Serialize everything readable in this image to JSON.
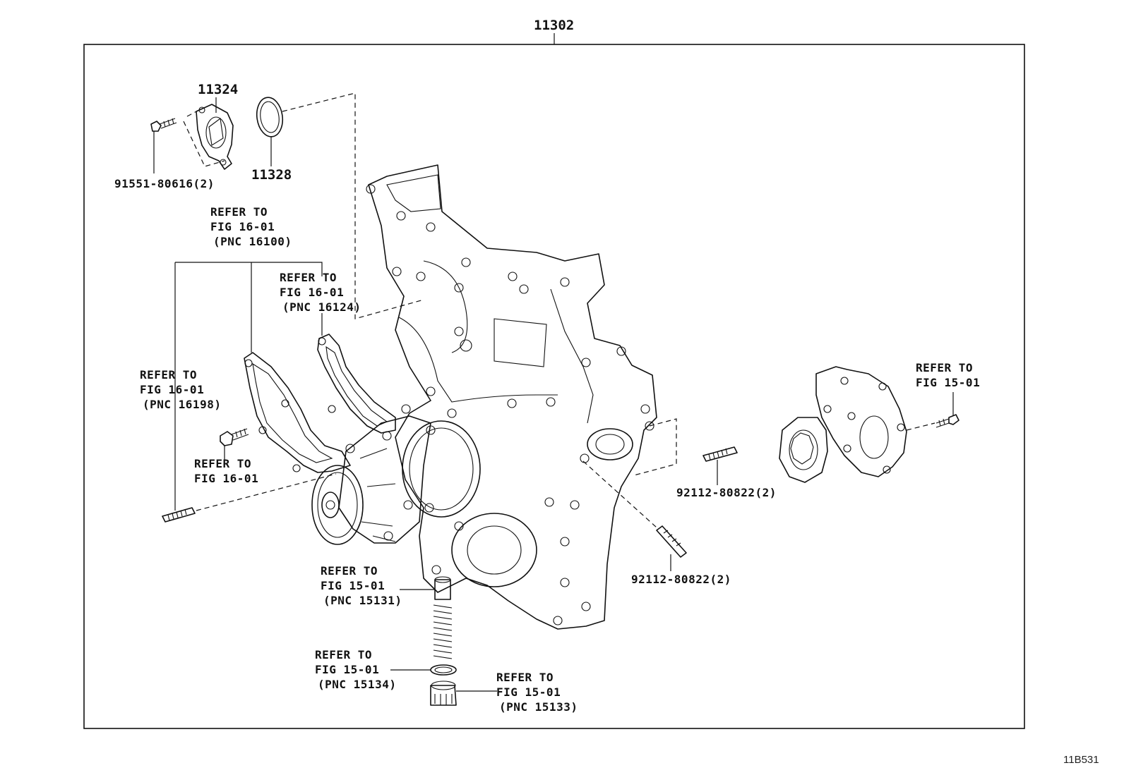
{
  "title_part": "11302",
  "diagram_id": "11B531",
  "parts": {
    "p11324": "11324",
    "p11328": "11328",
    "bolt_91551": "91551-80616(2)",
    "stud_right": "92112-80822(2)",
    "stud_lower": "92112-80822(2)"
  },
  "refs": {
    "r16100": [
      "REFER TO",
      "FIG 16-01",
      "(PNC 16100)"
    ],
    "r16124": [
      "REFER TO",
      "FIG 16-01",
      "(PNC 16124)"
    ],
    "r16198": [
      "REFER TO",
      "FIG 16-01",
      "(PNC 16198)"
    ],
    "r1601_bolt": [
      "REFER TO",
      "FIG 16-01"
    ],
    "r1501_right": [
      "REFER TO",
      "FIG 15-01"
    ],
    "r15131": [
      "REFER TO",
      "FIG 15-01",
      "(PNC 15131)"
    ],
    "r15134": [
      "REFER TO",
      "FIG 15-01",
      "(PNC 15134)"
    ],
    "r15133": [
      "REFER TO",
      "FIG 15-01",
      "(PNC 15133)"
    ]
  }
}
